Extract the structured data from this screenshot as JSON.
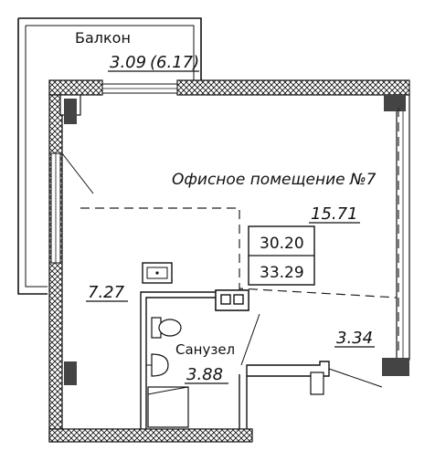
{
  "balcony": {
    "title": "Балкон",
    "area_label": "3.09",
    "area_paren_label": "(6.17)"
  },
  "office": {
    "title": "Офисное помещение №7",
    "area_label": "15.71"
  },
  "totals": {
    "living_label": "30.20",
    "total_label": "33.29"
  },
  "zone_left": {
    "area_label": "7.27"
  },
  "bathroom": {
    "title": "Санузел",
    "area_label": "3.88"
  },
  "zone_right": {
    "area_label": "3.34"
  },
  "colors": {
    "line": "#111111",
    "wall_fill": "#ffffff",
    "column": "#444444",
    "dash": "#222222"
  },
  "icons": [
    "sink-icon",
    "toilet-icon",
    "shower-icon",
    "stove-icon"
  ]
}
